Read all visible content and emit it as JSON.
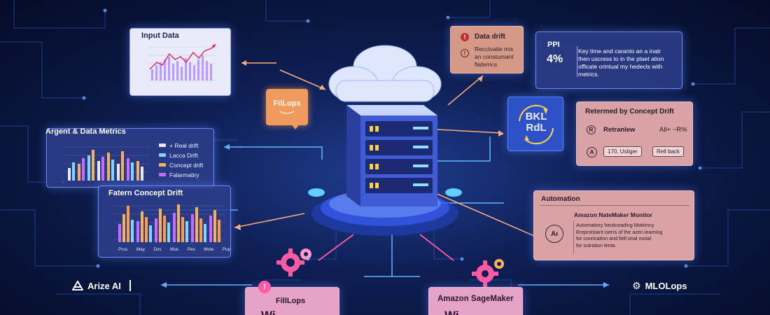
{
  "input_data": {
    "title": "Input Data"
  },
  "metrics_card": {
    "title": "Argent & Data Metrics",
    "legend": [
      {
        "label": "+ Real drift",
        "color": "#e7e7ff"
      },
      {
        "label": "Lacca Drift",
        "color": "#7fd6ff"
      },
      {
        "label": "Concept drift",
        "color": "#f5b15a"
      },
      {
        "label": "Falarmatiry",
        "color": "#c66bff"
      }
    ]
  },
  "concept_card": {
    "title": "Fatern Concept Drift",
    "xticks": [
      "Prus",
      "May",
      "Dxs",
      "Mus",
      "Pes",
      "Mole",
      "Puy"
    ]
  },
  "fillops_bubble": {
    "label": "FilLops"
  },
  "data_drift_card": {
    "title": "Data drift",
    "text_lines": [
      "Recctvatle mix",
      "an constumant",
      "fiaterrics"
    ]
  },
  "ppi_card": {
    "label": "PPI",
    "value": "4%",
    "text_lines": [
      "Key time and caranto an a inatr",
      "then uscress to in the plaet ation",
      "officate orintual my hedecls with",
      "metrics."
    ]
  },
  "bkl_card": {
    "line1": "BKL",
    "line2": "RdL"
  },
  "retermed_card": {
    "title": "Retermed by Concept Drift",
    "row1_label": "Retranlew",
    "row1_value": "All+ ~R%",
    "badge": "A",
    "btn1": "170, Usliger",
    "btn2": "Rell back"
  },
  "automation_card": {
    "title": "Automation",
    "subtitle": "Amazon NateMaker Monitor",
    "icon_text": "Aı",
    "text_lines": [
      "Automatiory hecticeading Motirincy",
      "Ereprotsiant iserrs of the azen learning",
      "for conrication and fiell onal motal",
      "for sutration lenta."
    ]
  },
  "arize_logo": {
    "label": "Arize AI"
  },
  "mlolops_logo": {
    "label": "MLOLops"
  },
  "bottom_left_card": {
    "title": "FillLops",
    "subtitle": "Wi"
  },
  "bottom_right_card": {
    "title": "Amazon SageMaker",
    "subtitle": "Wi"
  },
  "colors": {
    "accent_blue": "#4aa8ff",
    "accent_pink": "#ff4fa8",
    "accent_orange": "#f3a05a",
    "server_blue": "#3b5cff"
  }
}
